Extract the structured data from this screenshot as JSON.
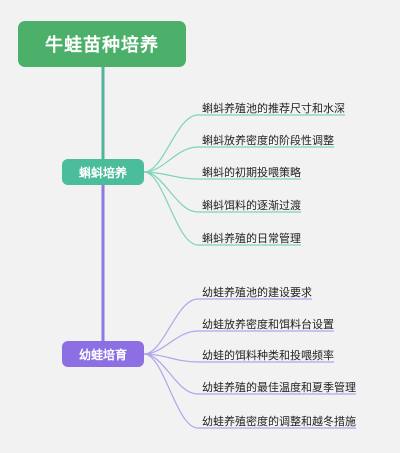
{
  "colors": {
    "root": "#4caf6a",
    "branch_green": "#4bbd9a",
    "branch_purple": "#8b6fe3",
    "trunk_teal": "#54b39a",
    "trunk_purple": "#8f78e0",
    "link_green": "#7fd4b8",
    "link_purple": "#b4a3ee"
  },
  "mindmap": {
    "root": {
      "label": "牛蛙苗种培养"
    },
    "branches": [
      {
        "label": "蝌蚪培养",
        "color": "#4bbd9a",
        "link_color": "#7fd4b8",
        "leaves": [
          "蝌蚪养殖池的推荐尺寸和水深",
          "蝌蚪放养密度的阶段性调整",
          "蝌蚪的初期投喂策略",
          "蝌蚪饵料的逐渐过渡",
          "蝌蚪养殖的日常管理"
        ]
      },
      {
        "label": "幼蛙培育",
        "color": "#8b6fe3",
        "link_color": "#b4a3ee",
        "leaves": [
          "幼蛙养殖池的建设要求",
          "幼蛙放养密度和饵料台设置",
          "幼蛙的饵料种类和投喂频率",
          "幼蛙养殖的最佳温度和夏季管理",
          "幼蛙养殖密度的调整和越冬措施"
        ]
      }
    ]
  }
}
